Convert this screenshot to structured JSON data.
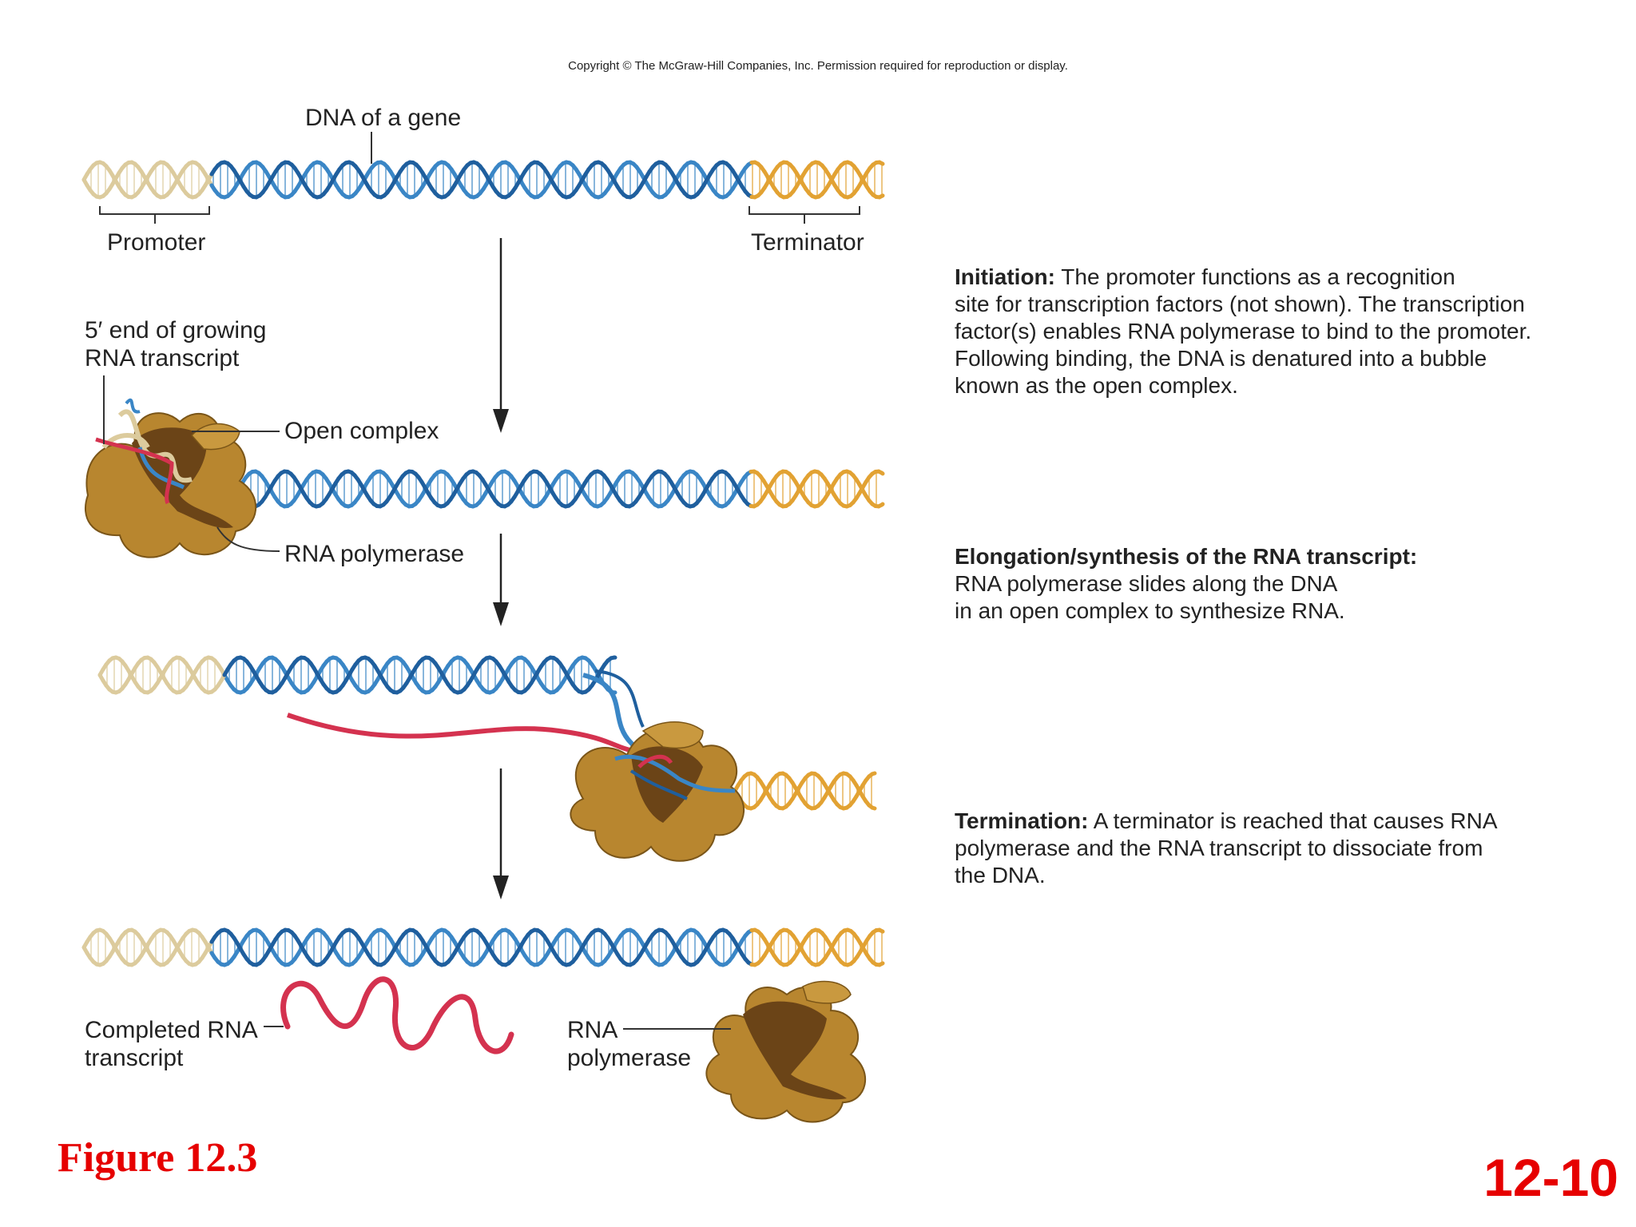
{
  "copyright": "Copyright © The McGraw-Hill Companies, Inc. Permission required for reproduction or display.",
  "labels": {
    "dna_gene": "DNA of a gene",
    "promoter": "Promoter",
    "terminator": "Terminator",
    "five_prime_line1": "5′ end of growing",
    "five_prime_line2": "RNA transcript",
    "open_complex": "Open complex",
    "rna_polymerase": "RNA polymerase",
    "completed_line1": "Completed RNA",
    "completed_line2": "transcript",
    "rna_pol_line1": "RNA",
    "rna_pol_line2": "polymerase"
  },
  "steps": [
    {
      "heading": "Initiation:",
      "lines": [
        "The promoter functions as a recognition",
        "site for transcription factors (not shown). The transcription",
        "factor(s) enables RNA polymerase to bind to the promoter.",
        "Following binding, the DNA is denatured into a bubble",
        "known as the open complex."
      ]
    },
    {
      "heading": "Elongation/synthesis of the RNA transcript:",
      "lines": [
        "RNA polymerase slides along the DNA",
        "in an open complex to synthesize RNA."
      ]
    },
    {
      "heading": "Termination:",
      "lines": [
        "A terminator is reached that causes RNA",
        "polymerase and the RNA transcript to dissociate from",
        "the DNA."
      ]
    }
  ],
  "figure_title": "Figure 12.3",
  "slide_number": "12-10",
  "colors": {
    "dna_blue": "#3a86c6",
    "dna_blue_dark": "#1f5f9e",
    "promoter": "#dccb9d",
    "terminator": "#e2a233",
    "rna": "#d4324f",
    "polymerase": "#b8862f",
    "polymerase_dark": "#6b4417",
    "figure_red": "#e60000"
  }
}
